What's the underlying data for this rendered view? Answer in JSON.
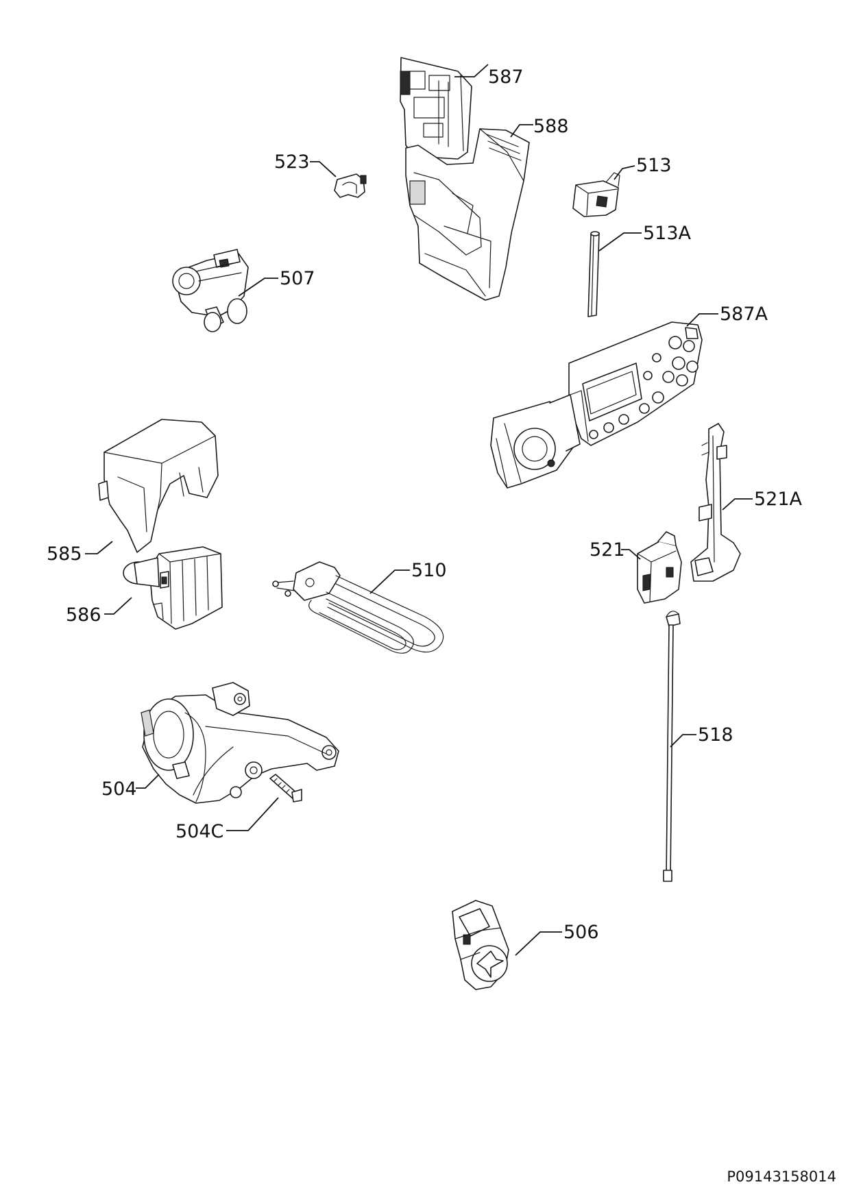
{
  "labels": {
    "p587": "587",
    "p588": "588",
    "p523": "523",
    "p513": "513",
    "p513a": "513A",
    "p507": "507",
    "p587a": "587A",
    "p521a": "521A",
    "p585": "585",
    "p521": "521",
    "p510": "510",
    "p586": "586",
    "p518": "518",
    "p504": "504",
    "p504c": "504C",
    "p506": "506"
  },
  "document_id": "P09143158014"
}
